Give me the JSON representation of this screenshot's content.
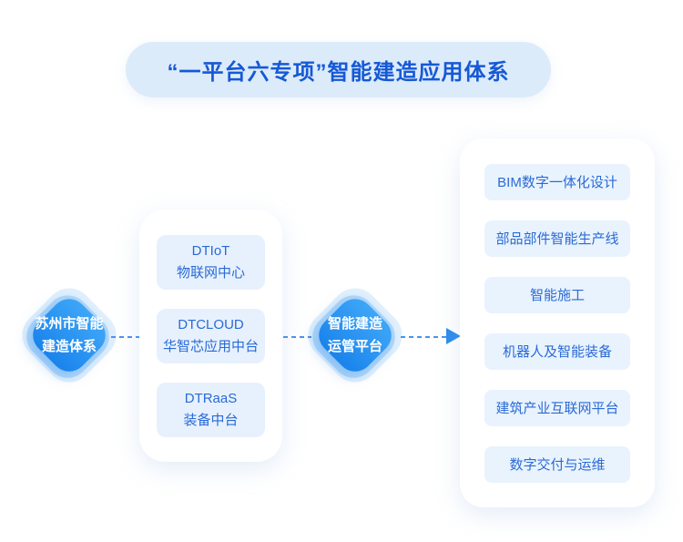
{
  "title": {
    "text": "“一平台六专项”智能建造应用体系"
  },
  "left_node": {
    "line1": "苏州市智能",
    "line2": "建造体系"
  },
  "platform_card": {
    "items": [
      {
        "en": "DTIoT",
        "zh": "物联网中心"
      },
      {
        "en": "DTCLOUD",
        "zh": "华智芯应用中台"
      },
      {
        "en": "DTRaaS",
        "zh": "装备中台"
      }
    ]
  },
  "middle_node": {
    "line1": "智能建造",
    "line2": "运管平台"
  },
  "specials_card": {
    "items": [
      "BIM数字一体化设计",
      "部品部件智能生产线",
      "智能施工",
      "机器人及智能装备",
      "建筑产业互联网平台",
      "数字交付与运维"
    ]
  },
  "colors": {
    "accent_blue": "#2e95f3",
    "node_gradient_top": "#3ea6f7",
    "node_gradient_bottom": "#1a83ec",
    "title_text": "#1659d6",
    "title_pill_bg": "#dcebfa",
    "item_bg": "#e7f1fd",
    "item_text": "#2a6ad6",
    "dash_line": "#4a93ec",
    "card_bg": "#ffffff"
  }
}
